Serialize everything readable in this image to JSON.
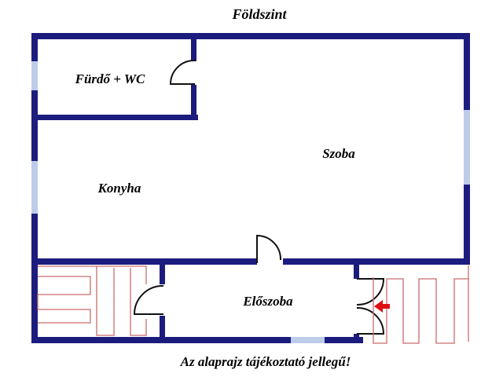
{
  "title": "Földszint",
  "caption": "Az alaprajz tájékoztató jellegű!",
  "rooms": {
    "bathroom": {
      "label": "Fürdő + WC"
    },
    "room": {
      "label": "Szoba"
    },
    "kitchen": {
      "label": "Konyha"
    },
    "hall": {
      "label": "Előszoba"
    }
  },
  "icons": {
    "entrance_arrow": "red-left-arrow",
    "staircases": [
      "left-interior-staircase",
      "right-exterior-staircase"
    ]
  },
  "colors": {
    "wall": "#1c1c7e",
    "window": "#bccce9",
    "door": "#111111",
    "stairs": "#cc6b6b",
    "arrow": "#dd1111",
    "text": "#000000",
    "background": "#ffffff"
  }
}
